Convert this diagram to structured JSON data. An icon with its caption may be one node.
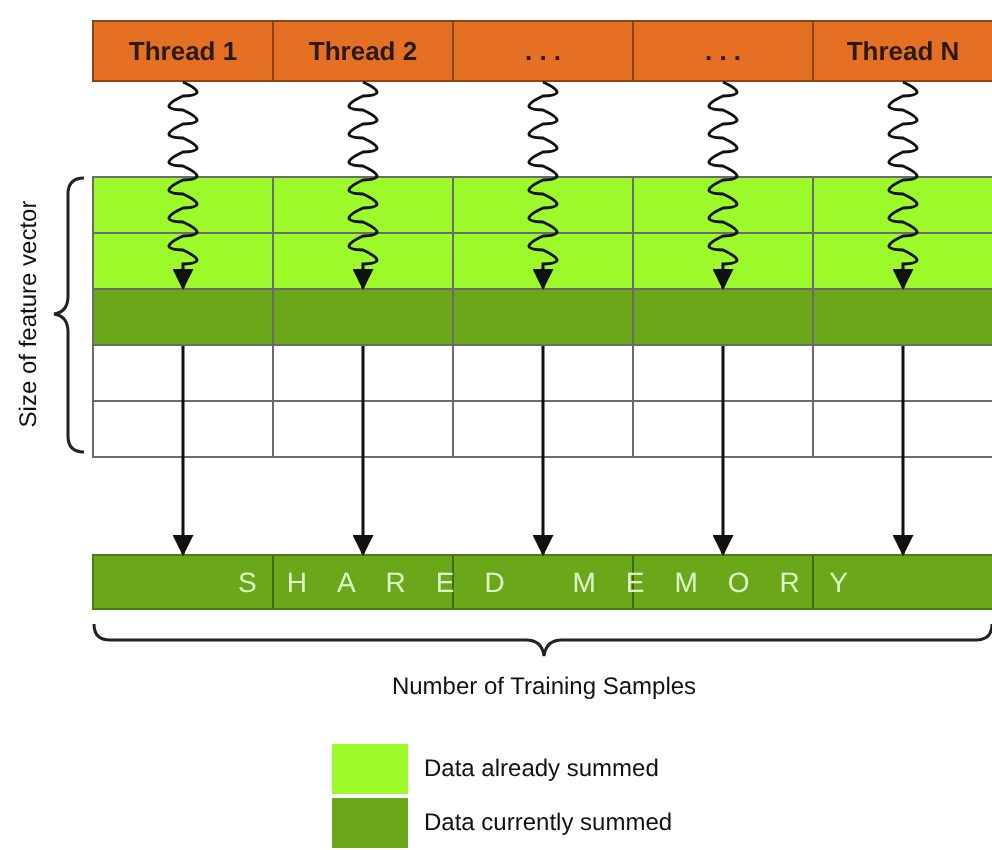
{
  "diagram": {
    "nodes": [
      {
        "text": [
          "Thread 1"
        ]
      },
      {
        "text": [
          "Thread 2"
        ]
      },
      {
        "text": [
          ". . ."
        ]
      },
      {
        "text": [
          ". . ."
        ]
      },
      {
        "text": [
          "Thread N"
        ]
      },
      {
        "text": [],
        "shape": "box"
      },
      {
        "text": [],
        "shape": "box"
      },
      {
        "text": [],
        "shape": "box"
      },
      {
        "text": [],
        "shape": "box"
      },
      {
        "text": [],
        "shape": "box"
      },
      {
        "text": [
          "SHARED MEMORY"
        ]
      }
    ],
    "edges": [
      {
        "from": 0,
        "to": 5,
        "arrow": "to"
      },
      {
        "from": 1,
        "to": 6,
        "arrow": "to"
      },
      {
        "from": 2,
        "to": 7,
        "arrow": "to"
      },
      {
        "from": 3,
        "to": 8,
        "arrow": "to"
      },
      {
        "from": 4,
        "to": 9,
        "arrow": "to"
      },
      {
        "from": 5,
        "to": 10,
        "arrow": "to"
      },
      {
        "from": 6,
        "to": 10,
        "arrow": "to"
      },
      {
        "from": 7,
        "to": 10,
        "arrow": "to"
      },
      {
        "from": 8,
        "to": 10,
        "arrow": "to"
      },
      {
        "from": 9,
        "to": 10,
        "arrow": "to"
      }
    ],
    "labels": [
      "Size of feature vector",
      "Number of Training Samples"
    ],
    "legend": [
      {
        "text": "Data already summed",
        "color": "#9cf92a"
      },
      {
        "text": "Data currently summed",
        "color": "#6aa81a"
      }
    ]
  }
}
